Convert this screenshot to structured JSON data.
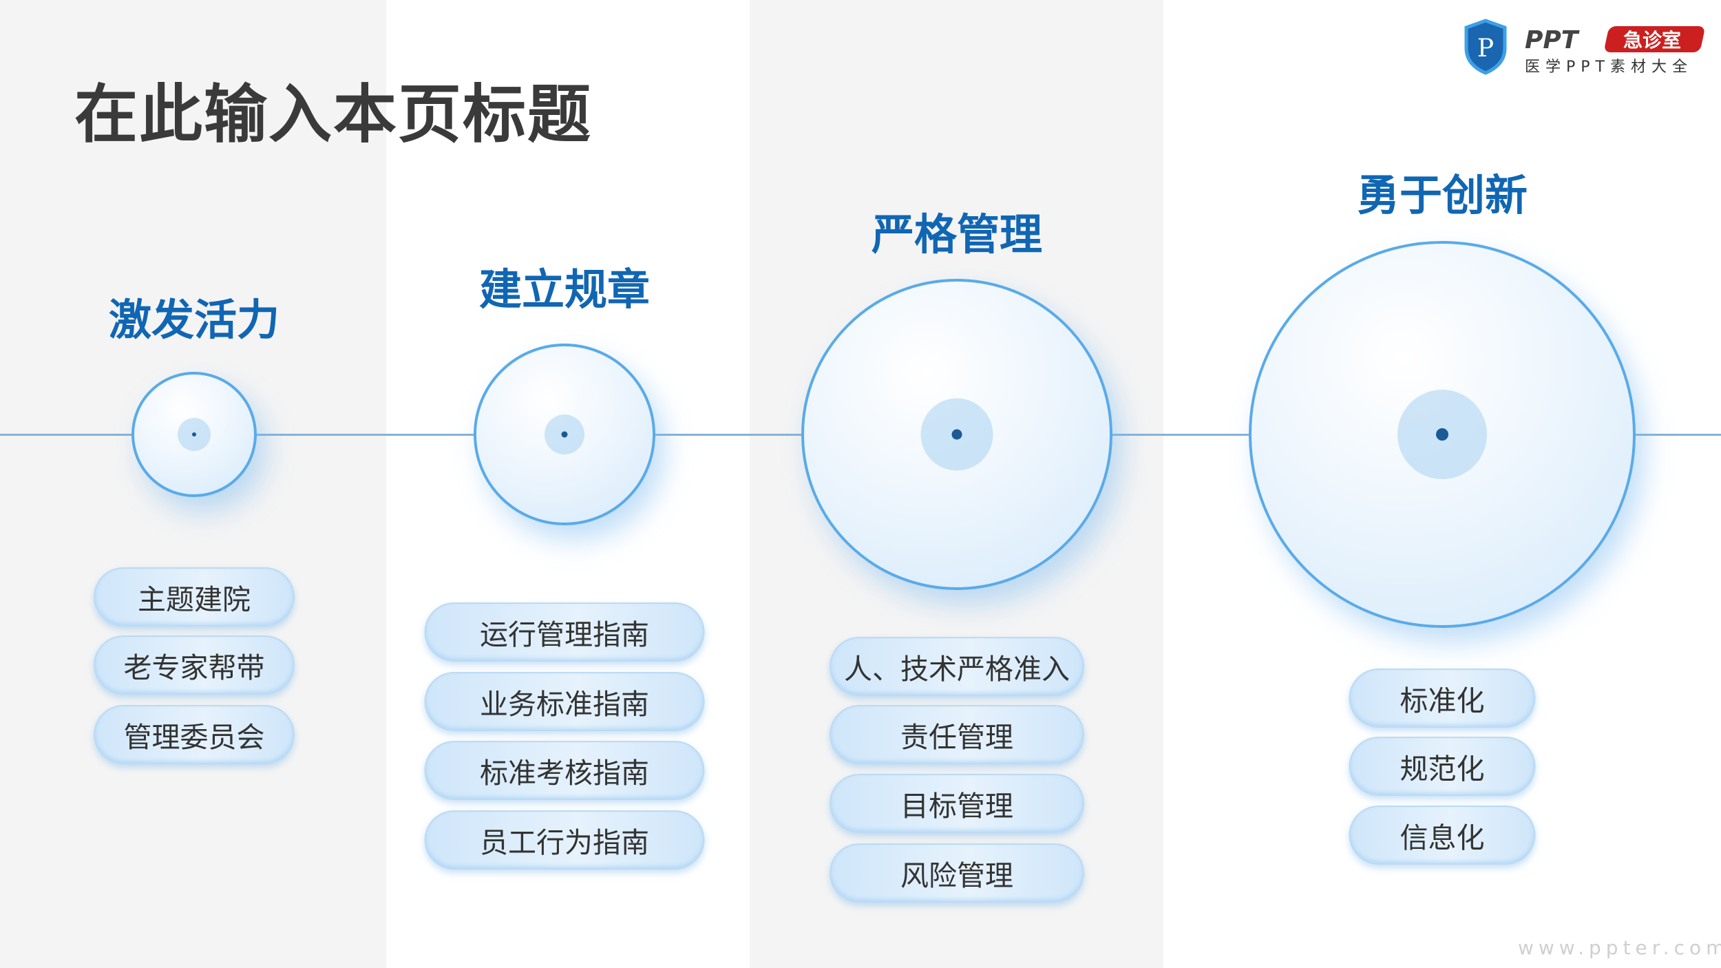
{
  "title": "在此输入本页标题",
  "logo": {
    "brand": "PPT",
    "badge": "急诊室",
    "subtitle": "医学PPT素材大全",
    "badge_color": "#cc1f1f",
    "shield_color": "#1a66b0"
  },
  "footer": "www.ppter.com",
  "colors": {
    "heading": "#1066b3",
    "ring": "#5aaae8"
  },
  "columns": [
    {
      "heading": "激发活力",
      "items": [
        "主题建院",
        "老专家帮带",
        "管理委员会"
      ]
    },
    {
      "heading": "建立规章",
      "items": [
        "运行管理指南",
        "业务标准指南",
        "标准考核指南",
        "员工行为指南"
      ]
    },
    {
      "heading": "严格管理",
      "items": [
        "人、技术严格准入",
        "责任管理",
        "目标管理",
        "风险管理"
      ]
    },
    {
      "heading": "勇于创新",
      "items": [
        "标准化",
        "规范化",
        "信息化"
      ]
    }
  ]
}
